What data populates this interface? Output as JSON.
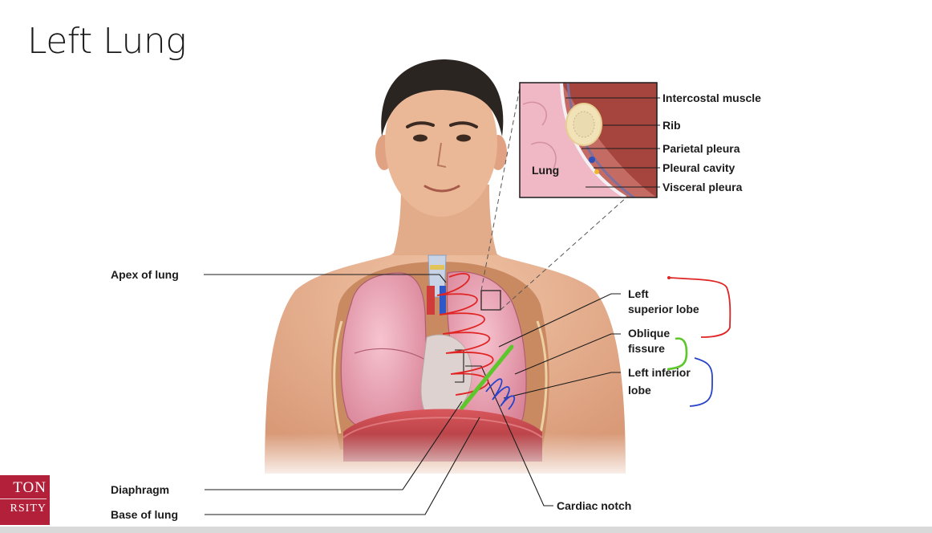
{
  "slide": {
    "title": "Left Lung"
  },
  "logo": {
    "line1": "TON",
    "line2": "RSITY",
    "color": "#b3203a"
  },
  "inset": {
    "lung_label": "Lung",
    "labels": [
      "Intercostal muscle",
      "Rib",
      "Parietal pleura",
      "Pleural cavity",
      "Visceral pleura"
    ]
  },
  "labels": {
    "apex": "Apex of lung",
    "superior_line1": "Left",
    "superior_line2": "superior lobe",
    "oblique_line1": "Oblique",
    "oblique_line2": "fissure",
    "inferior_line1": "Left inferior",
    "inferior_line2": "lobe",
    "diaphragm": "Diaphragm",
    "base": "Base of lung",
    "cardiac_notch": "Cardiac notch"
  },
  "annotation_colors": {
    "superior": "#e02424",
    "fissure": "#5cc62a",
    "inferior": "#2a44c8"
  }
}
